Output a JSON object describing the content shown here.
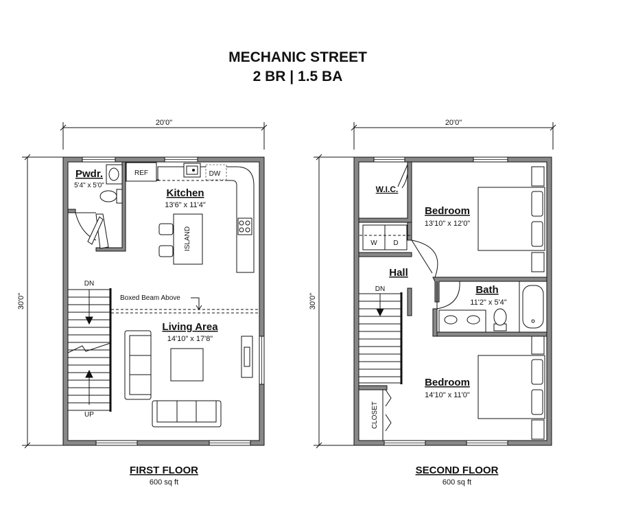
{
  "title": {
    "line1": "MECHANIC STREET",
    "line2": "2 BR | 1.5 BA"
  },
  "first_floor": {
    "name": "FIRST FLOOR",
    "area": "600 sq ft",
    "width_dim": "20'0\"",
    "depth_dim": "30'0\"",
    "rooms": {
      "powder": {
        "name": "Pwdr.",
        "size": "5'4\" x 5'0\""
      },
      "kitchen": {
        "name": "Kitchen",
        "size": "13'6\" x 11'4\""
      },
      "living": {
        "name": "Living Area",
        "size": "14'10\" x 17'8\""
      }
    },
    "labels": {
      "ref": "REF",
      "dw": "DW",
      "island": "ISLAND",
      "boxed_beam": "Boxed Beam Above",
      "stair_dn": "DN",
      "stair_up": "UP"
    }
  },
  "second_floor": {
    "name": "SECOND FLOOR",
    "area": "600 sq ft",
    "width_dim": "20'0\"",
    "depth_dim": "30'0\"",
    "rooms": {
      "wic": {
        "name": "W.I.C."
      },
      "bedroom1": {
        "name": "Bedroom",
        "size": "13'10\" x 12'0\""
      },
      "hall": {
        "name": "Hall"
      },
      "bath": {
        "name": "Bath",
        "size": "11'2\" x 5'4\""
      },
      "bedroom2": {
        "name": "Bedroom",
        "size": "14'10\" x 11'0\""
      }
    },
    "labels": {
      "washer": "W",
      "dryer": "D",
      "stair_dn": "DN",
      "closet": "CLOSET"
    }
  }
}
